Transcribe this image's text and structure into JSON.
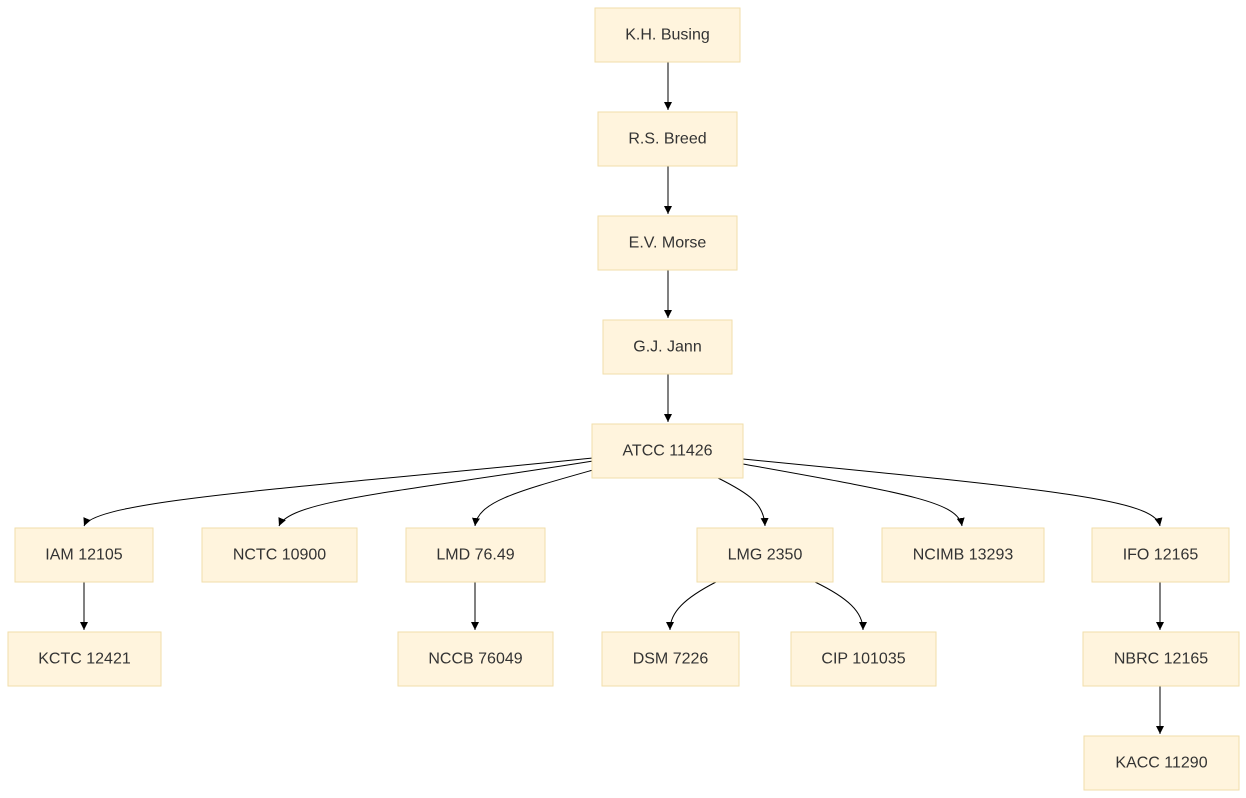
{
  "diagram": {
    "nodes": {
      "kh_busing": "K.H. Busing",
      "rs_breed": "R.S. Breed",
      "ev_morse": "E.V. Morse",
      "gj_jann": "G.J. Jann",
      "atcc_11426": "ATCC 11426",
      "iam_12105": "IAM 12105",
      "nctc_10900": "NCTC 10900",
      "lmd_76_49": "LMD 76.49",
      "lmg_2350": "LMG 2350",
      "ncimb_13293": "NCIMB 13293",
      "ifo_12165": "IFO 12165",
      "kctc_12421": "KCTC 12421",
      "nccb_76049": "NCCB 76049",
      "dsm_7226": "DSM 7226",
      "cip_101035": "CIP 101035",
      "nbrc_12165": "NBRC 12165",
      "kacc_11290": "KACC 11290"
    },
    "edges": [
      {
        "from": "kh_busing",
        "to": "rs_breed"
      },
      {
        "from": "rs_breed",
        "to": "ev_morse"
      },
      {
        "from": "ev_morse",
        "to": "gj_jann"
      },
      {
        "from": "gj_jann",
        "to": "atcc_11426"
      },
      {
        "from": "atcc_11426",
        "to": "iam_12105"
      },
      {
        "from": "atcc_11426",
        "to": "nctc_10900"
      },
      {
        "from": "atcc_11426",
        "to": "lmd_76_49"
      },
      {
        "from": "atcc_11426",
        "to": "lmg_2350"
      },
      {
        "from": "atcc_11426",
        "to": "ncimb_13293"
      },
      {
        "from": "atcc_11426",
        "to": "ifo_12165"
      },
      {
        "from": "iam_12105",
        "to": "kctc_12421"
      },
      {
        "from": "lmd_76_49",
        "to": "nccb_76049"
      },
      {
        "from": "lmg_2350",
        "to": "dsm_7226"
      },
      {
        "from": "lmg_2350",
        "to": "cip_101035"
      },
      {
        "from": "ifo_12165",
        "to": "nbrc_12165"
      },
      {
        "from": "nbrc_12165",
        "to": "kacc_11290"
      }
    ],
    "colors": {
      "node_fill": "#fff4dd",
      "node_border": "#f0deaa",
      "text": "#333333",
      "edge": "#000000"
    }
  }
}
